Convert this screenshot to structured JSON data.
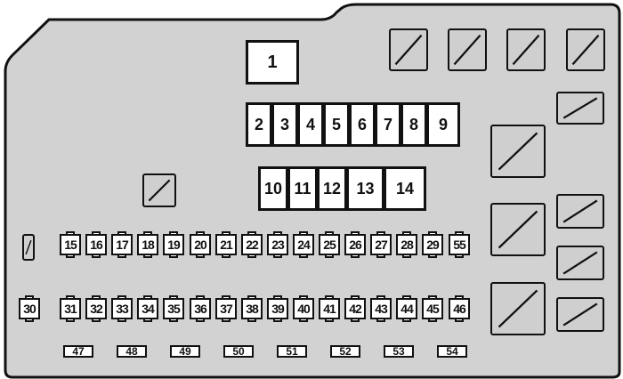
{
  "diagram": {
    "large_fuses": [
      "1",
      "2",
      "3",
      "4",
      "5",
      "6",
      "7",
      "8",
      "9",
      "10",
      "11",
      "12",
      "13",
      "14"
    ],
    "small_fuses_row_a": [
      "15",
      "16",
      "17",
      "18",
      "19",
      "20",
      "21",
      "22",
      "23",
      "24",
      "25",
      "26",
      "27",
      "28",
      "29",
      "55"
    ],
    "small_fuses_row_b": [
      "30",
      "31",
      "32",
      "33",
      "34",
      "35",
      "36",
      "37",
      "38",
      "39",
      "40",
      "41",
      "42",
      "43",
      "44",
      "45",
      "46"
    ],
    "bottom_fuses": [
      "47",
      "48",
      "49",
      "50",
      "51",
      "52",
      "53",
      "54"
    ]
  }
}
